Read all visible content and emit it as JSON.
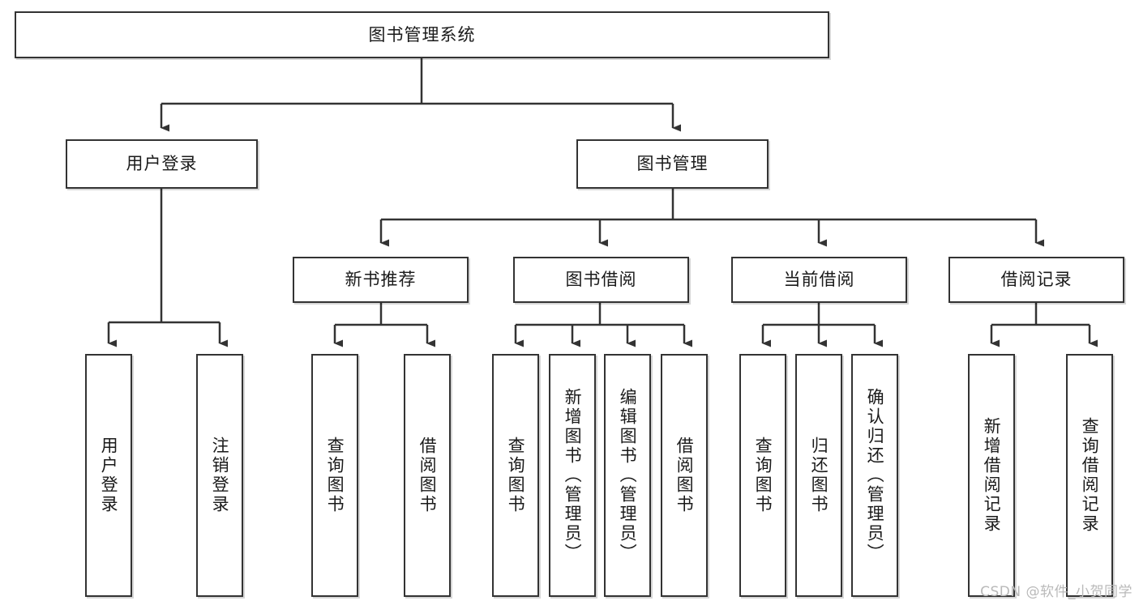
{
  "diagram": {
    "title": "图书管理系统",
    "type": "tree-hierarchy-chart",
    "watermark": "CSDN @软件_小贺同学",
    "accent_border_color": "#333333",
    "background_color": "#ffffff",
    "text_color": "#1a1a1a",
    "nodes": {
      "root": {
        "label": "图书管理系统"
      },
      "level1": [
        {
          "id": "user-login",
          "label": "用户登录"
        },
        {
          "id": "book-manage",
          "label": "图书管理"
        }
      ],
      "level2": [
        {
          "id": "new-book-recommend",
          "label": "新书推荐"
        },
        {
          "id": "book-borrow",
          "label": "图书借阅"
        },
        {
          "id": "current-borrow",
          "label": "当前借阅"
        },
        {
          "id": "borrow-record",
          "label": "借阅记录"
        }
      ],
      "leaves": {
        "user_login": [
          {
            "id": "leaf-user-login",
            "label": "用户登录"
          },
          {
            "id": "leaf-logout-login",
            "label": "注销登录"
          }
        ],
        "new_book_recommend": [
          {
            "id": "leaf-query-book-1",
            "label": "查询图书"
          },
          {
            "id": "leaf-borrow-book-1",
            "label": "借阅图书"
          }
        ],
        "book_borrow": [
          {
            "id": "leaf-query-book-2",
            "label": "查询图书"
          },
          {
            "id": "leaf-add-book",
            "label": "新增图书（管理员）"
          },
          {
            "id": "leaf-edit-book",
            "label": "编辑图书（管理员）"
          },
          {
            "id": "leaf-borrow-book-2",
            "label": "借阅图书"
          }
        ],
        "current_borrow": [
          {
            "id": "leaf-query-book-3",
            "label": "查询图书"
          },
          {
            "id": "leaf-return-book",
            "label": "归还图书"
          },
          {
            "id": "leaf-confirm-return",
            "label": "确认归还（管理员）"
          }
        ],
        "borrow_record": [
          {
            "id": "leaf-add-record",
            "label": "新增借阅记录"
          },
          {
            "id": "leaf-query-record",
            "label": "查询借阅记录"
          }
        ]
      }
    }
  }
}
